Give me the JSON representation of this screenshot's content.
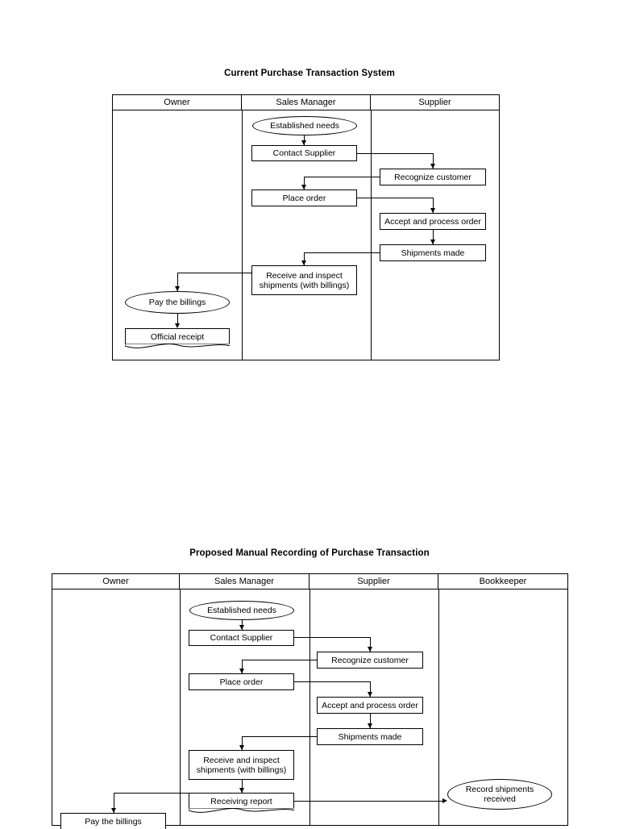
{
  "diagram1": {
    "title": "Current Purchase Transaction System",
    "lanes": [
      {
        "label": "Owner"
      },
      {
        "label": "Sales Manager"
      },
      {
        "label": "Supplier"
      }
    ],
    "nodes": [
      {
        "id": "established-needs",
        "label": "Established needs",
        "shape": "ellipse"
      },
      {
        "id": "contact-supplier",
        "label": "Contact Supplier",
        "shape": "rect"
      },
      {
        "id": "recognize-customer",
        "label": "Recognize customer",
        "shape": "rect"
      },
      {
        "id": "place-order",
        "label": "Place order",
        "shape": "rect"
      },
      {
        "id": "accept-and-process-order",
        "label": "Accept and process order",
        "shape": "rect"
      },
      {
        "id": "shipments-made",
        "label": "Shipments made",
        "shape": "rect"
      },
      {
        "id": "receive-and-inspect-shipments",
        "label": "Receive and inspect shipments (with billings)",
        "shape": "rect"
      },
      {
        "id": "pay-the-billings",
        "label": "Pay the billings",
        "shape": "ellipse"
      },
      {
        "id": "official-receipt",
        "label": "Official receipt",
        "shape": "document"
      }
    ]
  },
  "diagram2": {
    "title": "Proposed Manual Recording of Purchase Transaction",
    "lanes": [
      {
        "label": "Owner"
      },
      {
        "label": "Sales Manager"
      },
      {
        "label": "Supplier"
      },
      {
        "label": "Bookkeeper"
      }
    ],
    "nodes": [
      {
        "id": "established-needs",
        "label": "Established needs",
        "shape": "ellipse"
      },
      {
        "id": "contact-supplier",
        "label": "Contact Supplier",
        "shape": "rect"
      },
      {
        "id": "recognize-customer",
        "label": "Recognize customer",
        "shape": "rect"
      },
      {
        "id": "place-order",
        "label": "Place order",
        "shape": "rect"
      },
      {
        "id": "accept-and-process-order",
        "label": "Accept and process order",
        "shape": "rect"
      },
      {
        "id": "shipments-made",
        "label": "Shipments made",
        "shape": "rect"
      },
      {
        "id": "receive-and-inspect-shipments",
        "label": "Receive and inspect shipments (with billings)",
        "shape": "rect"
      },
      {
        "id": "receiving-report",
        "label": "Receiving report",
        "shape": "document"
      },
      {
        "id": "record-shipments-received",
        "label": "Record shipments received",
        "shape": "ellipse"
      },
      {
        "id": "pay-the-billings",
        "label": "Pay the billings",
        "shape": "document"
      }
    ]
  }
}
